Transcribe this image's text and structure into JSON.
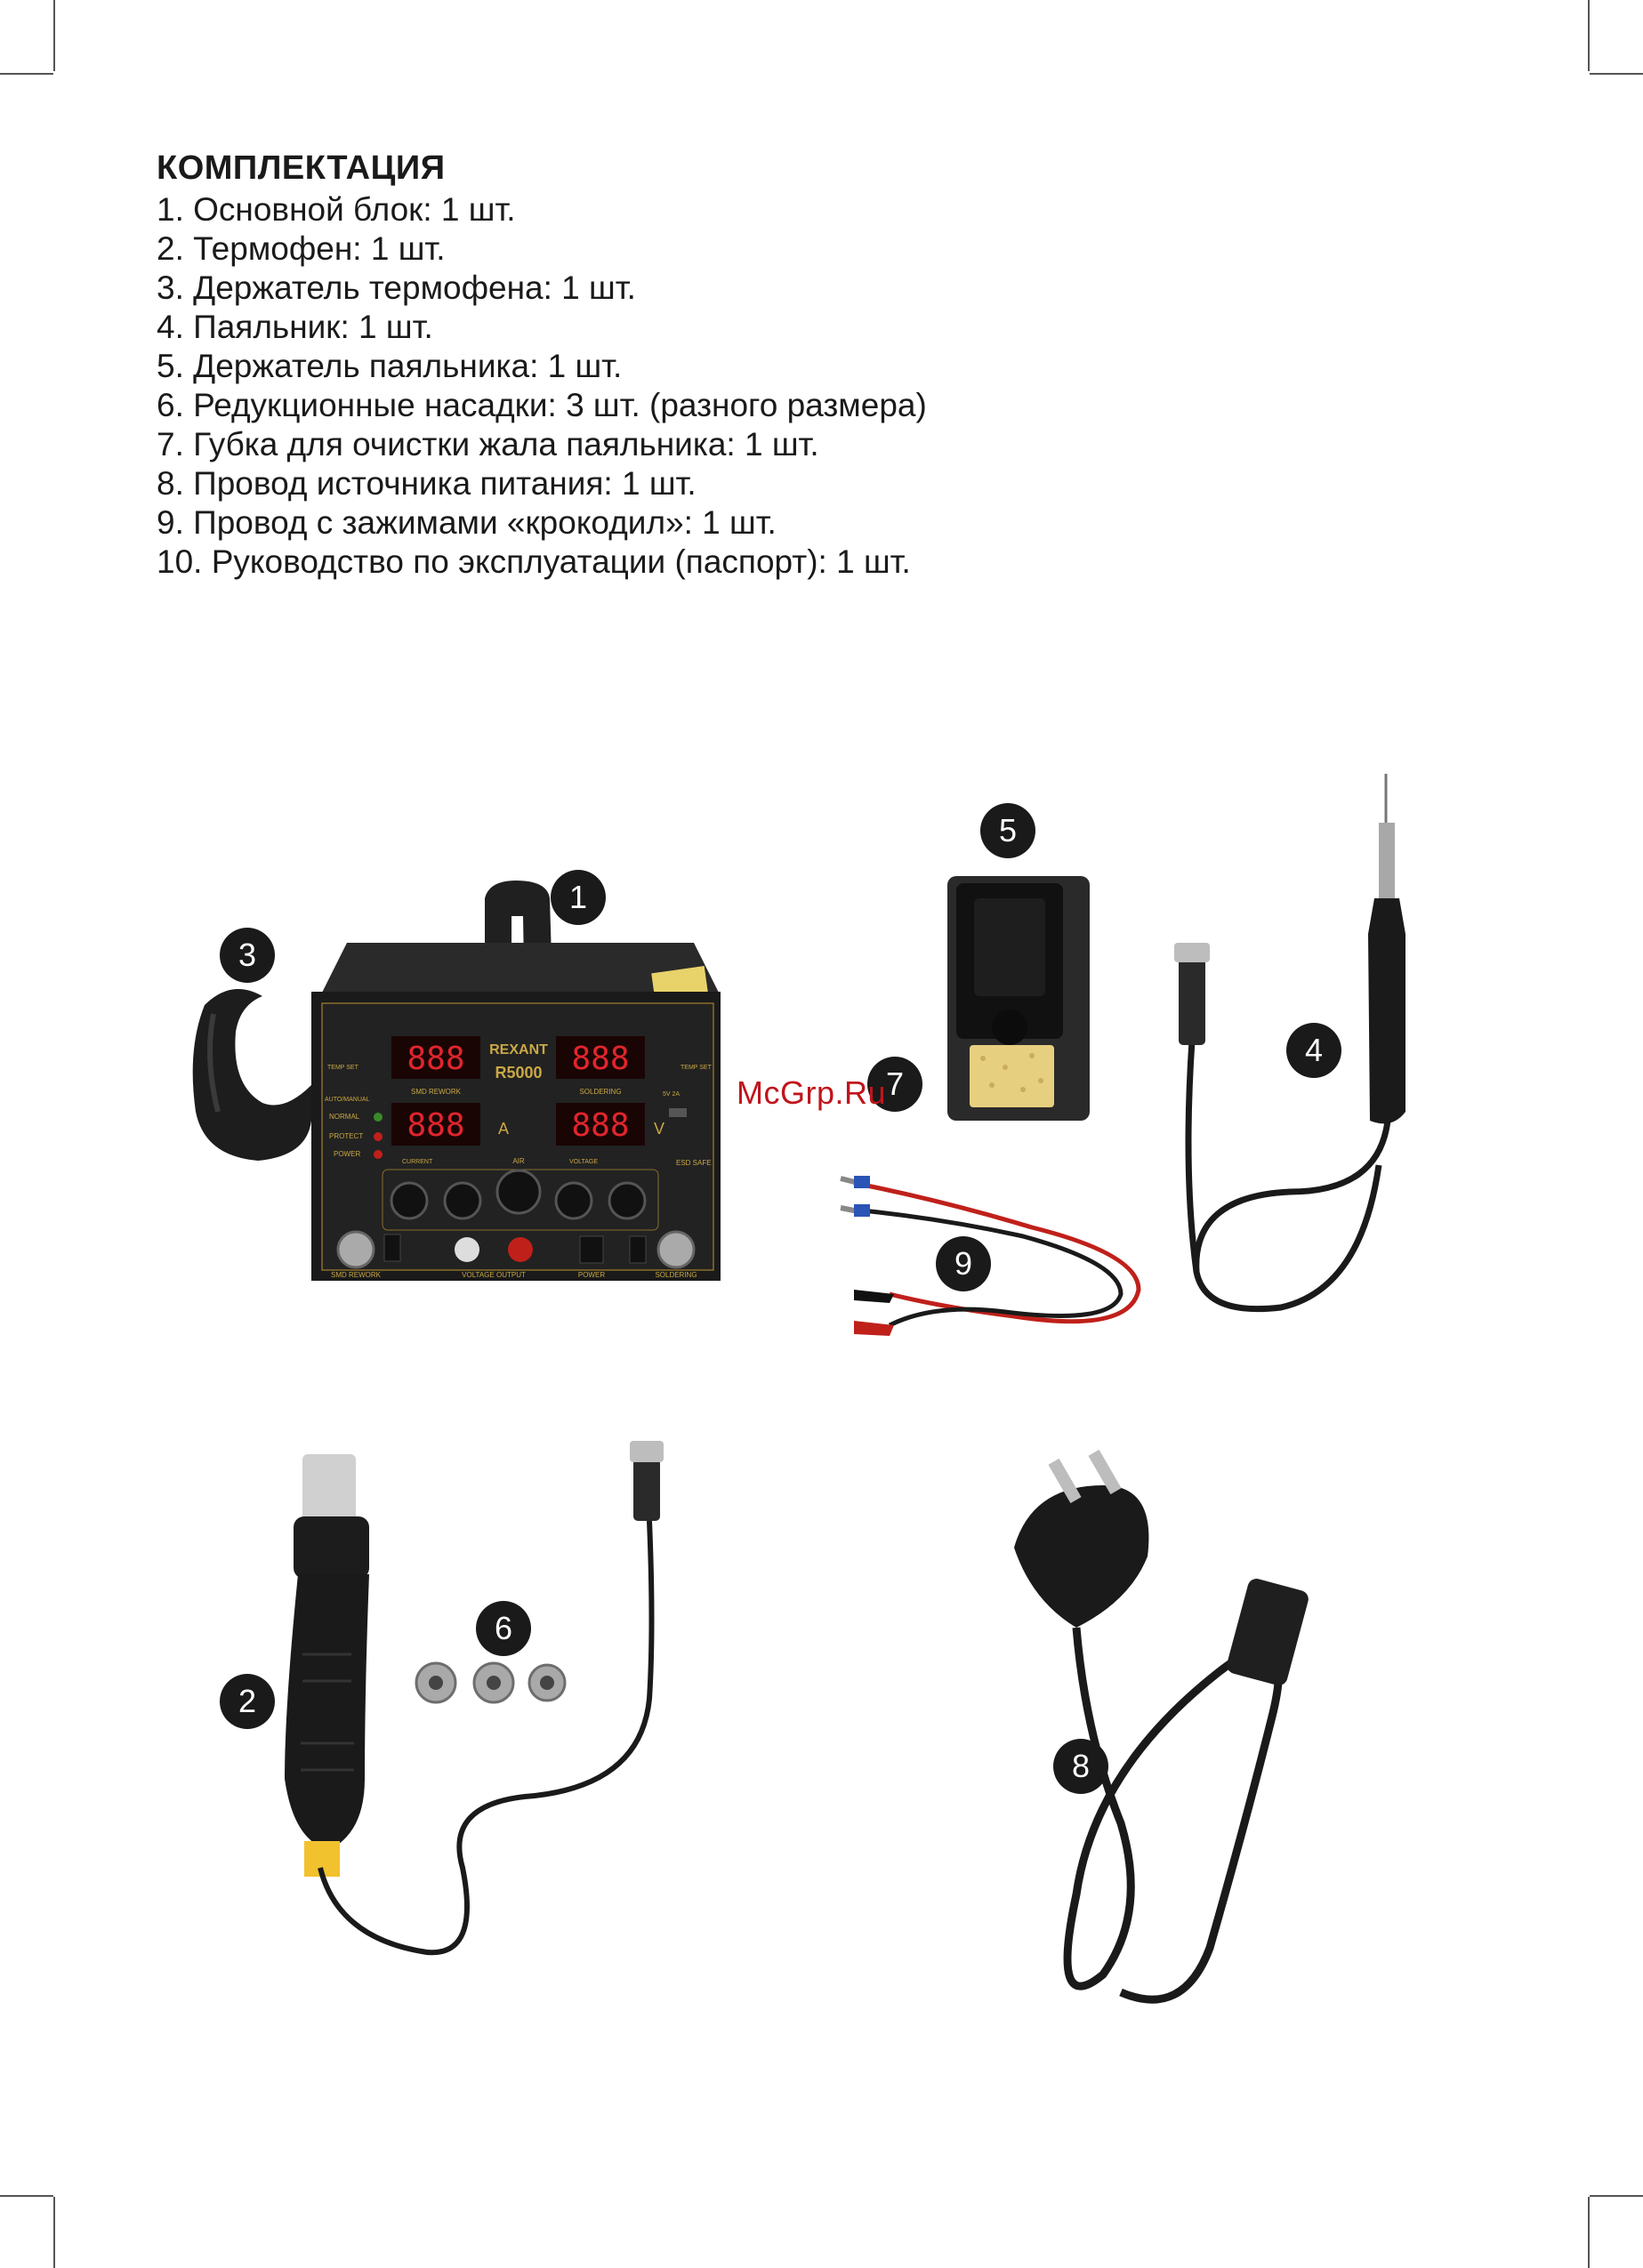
{
  "heading": "КОМПЛЕКТАЦИЯ",
  "items": [
    "1. Основной блок: 1 шт.",
    "2. Термофен: 1 шт.",
    "3. Держатель термофена: 1 шт.",
    "4. Паяльник: 1 шт.",
    "5. Держатель паяльника: 1 шт.",
    "6. Редукционные насадки: 3 шт. (разного размера)",
    "7. Губка для очистки жала паяльника: 1 шт.",
    "8. Провод источника питания: 1 шт.",
    "9. Провод с зажимами «крокодил»: 1 шт.",
    "10. Руководство по эксплуатации (паспорт): 1 шт."
  ],
  "badges": {
    "b1": "1",
    "b2": "2",
    "b3": "3",
    "b4": "4",
    "b5": "5",
    "b6": "6",
    "b7": "7",
    "b8": "8",
    "b9": "9"
  },
  "station": {
    "brand": "REXANT",
    "model": "R5000",
    "display": "888",
    "unit_a": "A",
    "unit_v": "V",
    "label_smd": "SMD REWORK",
    "label_soldering": "SOLDERING",
    "label_power": "POWER",
    "label_voltage_output": "VOLTAGE OUTPUT",
    "label_air": "AIR",
    "label_current": "CURRENT",
    "label_voltage": "VOLTAGE",
    "label_auto": "AUTO/MANUAL",
    "label_normal": "NORMAL",
    "label_protect": "PROTECT",
    "label_temp_set": "TEMP SET",
    "label_usb": "5V 2A",
    "label_esd": "ESD SAFE"
  },
  "watermark": "McGrp.Ru"
}
